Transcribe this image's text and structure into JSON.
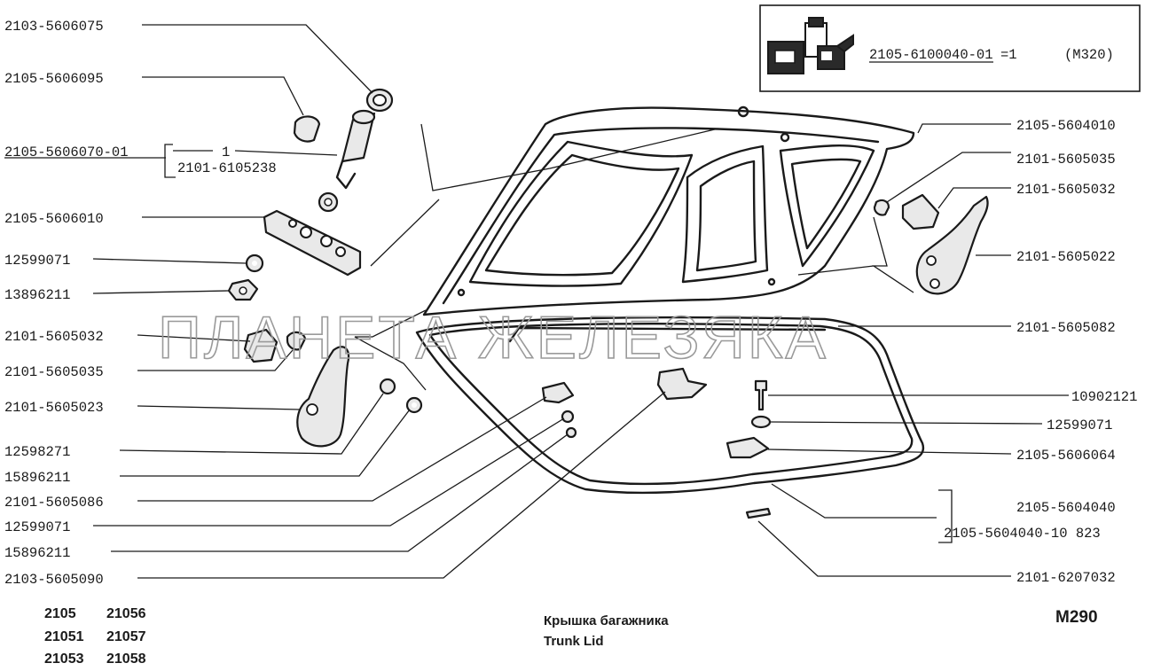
{
  "inset": {
    "part": "2105-6100040-01",
    "qty": "=1",
    "ref": "(M320)"
  },
  "labels_left": [
    "2103-5606075",
    "2105-5606095",
    "2105-5606070-01",
    "2105-5606010",
    "12599071",
    "13896211",
    "2101-5605032",
    "2101-5605035",
    "2101-5605023",
    "12598271",
    "15896211",
    "2101-5605086",
    "12599071",
    "15896211",
    "2103-5605090"
  ],
  "bracket_left": {
    "qty": "1",
    "part": "2101-6105238"
  },
  "labels_right": [
    "2105-5604010",
    "2101-5605035",
    "2101-5605032",
    "2101-5605022",
    "2101-5605082",
    "10902121",
    "12599071",
    "2105-5606064",
    "2105-5604040",
    "2105-5604040-10 823",
    "2101-6207032"
  ],
  "watermark": "ПЛАНЕТА ЖЕЛЕЗЯКА",
  "models": [
    "2105",
    "21056",
    "21051",
    "21057",
    "21053",
    "21058"
  ],
  "title_ru": "Крышка багажника",
  "title_en": "Trunk Lid",
  "page_code": "M290",
  "colors": {
    "ink": "#1a1a1a",
    "watermark": "#9a9a9a",
    "paper": "#ffffff"
  }
}
